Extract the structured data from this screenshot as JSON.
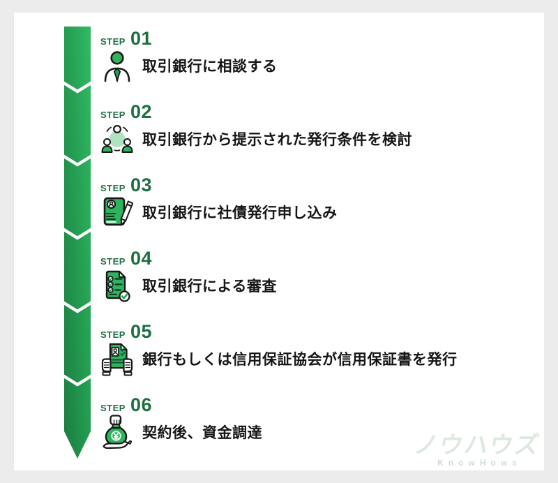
{
  "page": {
    "background": "#ececec",
    "card_background": "#ffffff"
  },
  "colors": {
    "ribbon_gradient_top": "#31ba64",
    "ribbon_gradient_bottom": "#1c7c42",
    "chevron_separator": "#ffffff",
    "step_label_green": "#1d6f41",
    "icon_green": "#2eb35f",
    "icon_green_light": "#ade3c1",
    "title_text": "#151515",
    "logo_main": "#dde9df",
    "logo_sub": "#cbdfd1"
  },
  "steps": [
    {
      "label": "STEP",
      "number": "01",
      "title": "取引銀行に相談する",
      "icon": "businessman-icon"
    },
    {
      "label": "STEP",
      "number": "02",
      "title": "取引銀行から提示された発行条件を検討",
      "icon": "meeting-icon"
    },
    {
      "label": "STEP",
      "number": "03",
      "title": "取引銀行に社債発行申し込み",
      "icon": "application-form-icon"
    },
    {
      "label": "STEP",
      "number": "04",
      "title": "取引銀行による審査",
      "icon": "screening-checklist-icon"
    },
    {
      "label": "STEP",
      "number": "05",
      "title": "銀行もしくは信用保証協会が信用保証書を発行",
      "icon": "guarantee-certificate-icon"
    },
    {
      "label": "STEP",
      "number": "06",
      "title": "契約後、資金調達",
      "icon": "money-bag-hand-icon"
    }
  ],
  "logo": {
    "title": "ノウハウズ",
    "subtitle": "KnowHows"
  }
}
